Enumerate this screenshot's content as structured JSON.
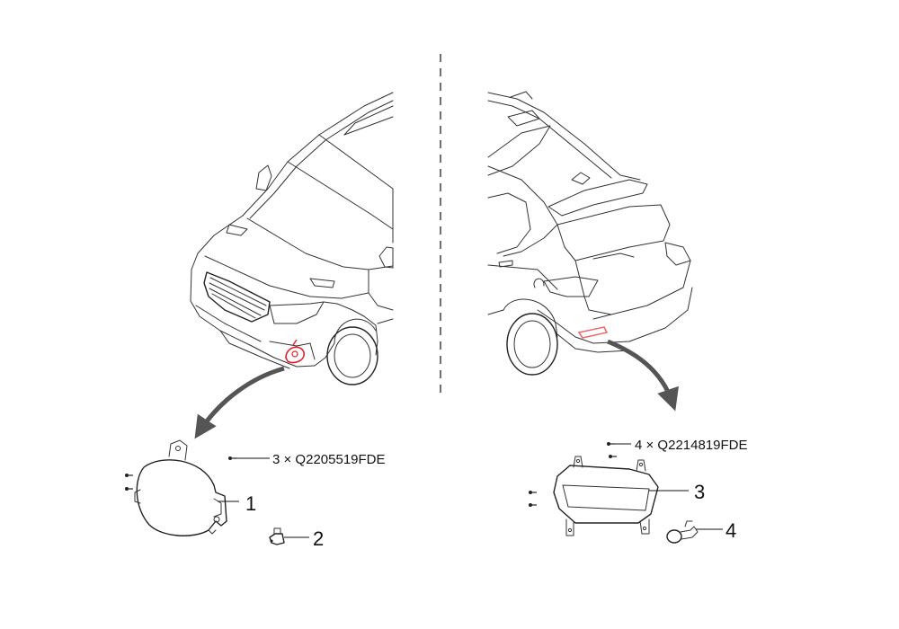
{
  "front_view": {
    "callouts": [
      {
        "number": "1"
      },
      {
        "number": "2"
      }
    ],
    "fastener_note": "3 × Q2205519FDE"
  },
  "rear_view": {
    "callouts": [
      {
        "number": "3"
      },
      {
        "number": "4"
      }
    ],
    "fastener_note": "4 × Q2214819FDE"
  },
  "colors": {
    "line": "#333333",
    "highlight_front": "#e0202a",
    "highlight_rear": "#ef6a6a",
    "arrow": "#555555"
  }
}
